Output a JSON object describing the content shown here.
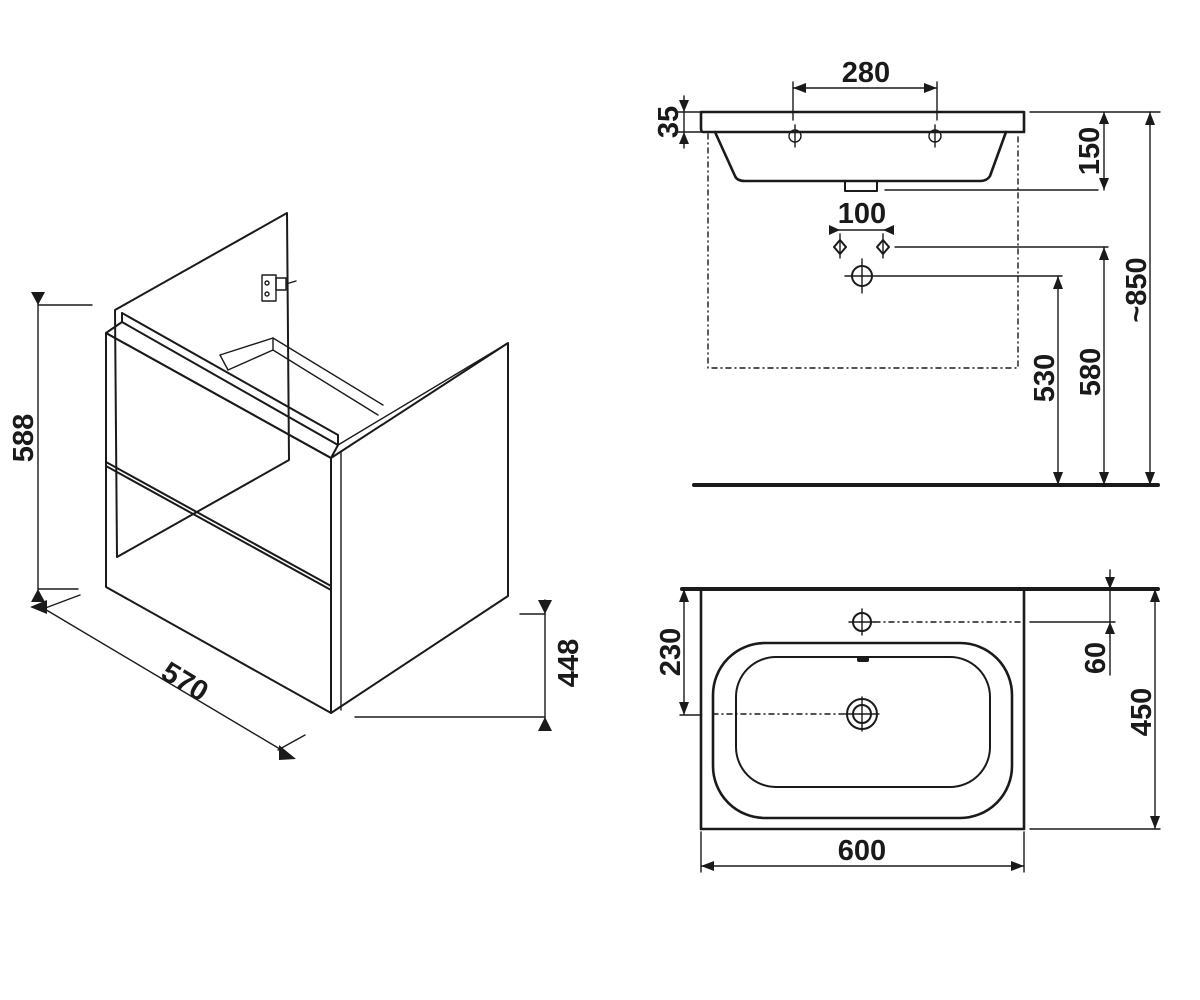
{
  "cabinet": {
    "height_label": "588",
    "depth_label": "570",
    "plinth_label": "448"
  },
  "basin_side": {
    "tap_spacing_label": "280",
    "rim_label": "35",
    "bowl_depth_label": "150",
    "trap_spacing_label": "100",
    "total_height_label": "~850",
    "trap_height_label": "580",
    "waste_height_label": "530"
  },
  "basin_top": {
    "depth_label": "230",
    "tap_offset_label": "60",
    "basin_depth_label": "450",
    "width_label": "600"
  }
}
